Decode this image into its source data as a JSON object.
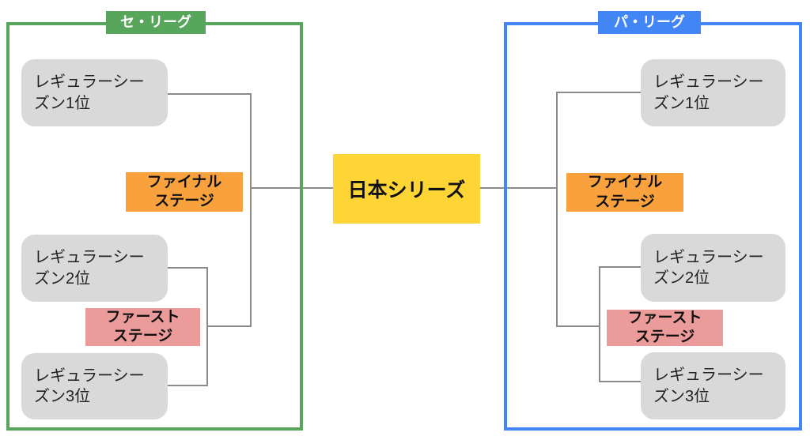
{
  "colors": {
    "central_green": "#58a55c",
    "pacific_blue": "#4285f4",
    "japan_series_yellow": "#ffd535",
    "final_stage_orange": "#f9a13c",
    "first_stage_pink": "#ec9b9b",
    "seed_box_gray": "#d9d9d9",
    "connector_gray": "#8a8a8a"
  },
  "japan_series": {
    "label": "日本シリーズ"
  },
  "leagues": [
    {
      "name": "セ・リーグ",
      "final_stage": {
        "line1": "ファイナル",
        "line2": "ステージ"
      },
      "first_stage": {
        "line1": "ファースト",
        "line2": "ステージ"
      },
      "seeds": [
        {
          "line1": "レギュラーシー",
          "line2": "ズン1位"
        },
        {
          "line1": "レギュラーシー",
          "line2": "ズン2位"
        },
        {
          "line1": "レギュラーシー",
          "line2": "ズン3位"
        }
      ]
    },
    {
      "name": "パ・リーグ",
      "final_stage": {
        "line1": "ファイナル",
        "line2": "ステージ"
      },
      "first_stage": {
        "line1": "ファースト",
        "line2": "ステージ"
      },
      "seeds": [
        {
          "line1": "レギュラーシー",
          "line2": "ズン1位"
        },
        {
          "line1": "レギュラーシー",
          "line2": "ズン2位"
        },
        {
          "line1": "レギュラーシー",
          "line2": "ズン3位"
        }
      ]
    }
  ]
}
